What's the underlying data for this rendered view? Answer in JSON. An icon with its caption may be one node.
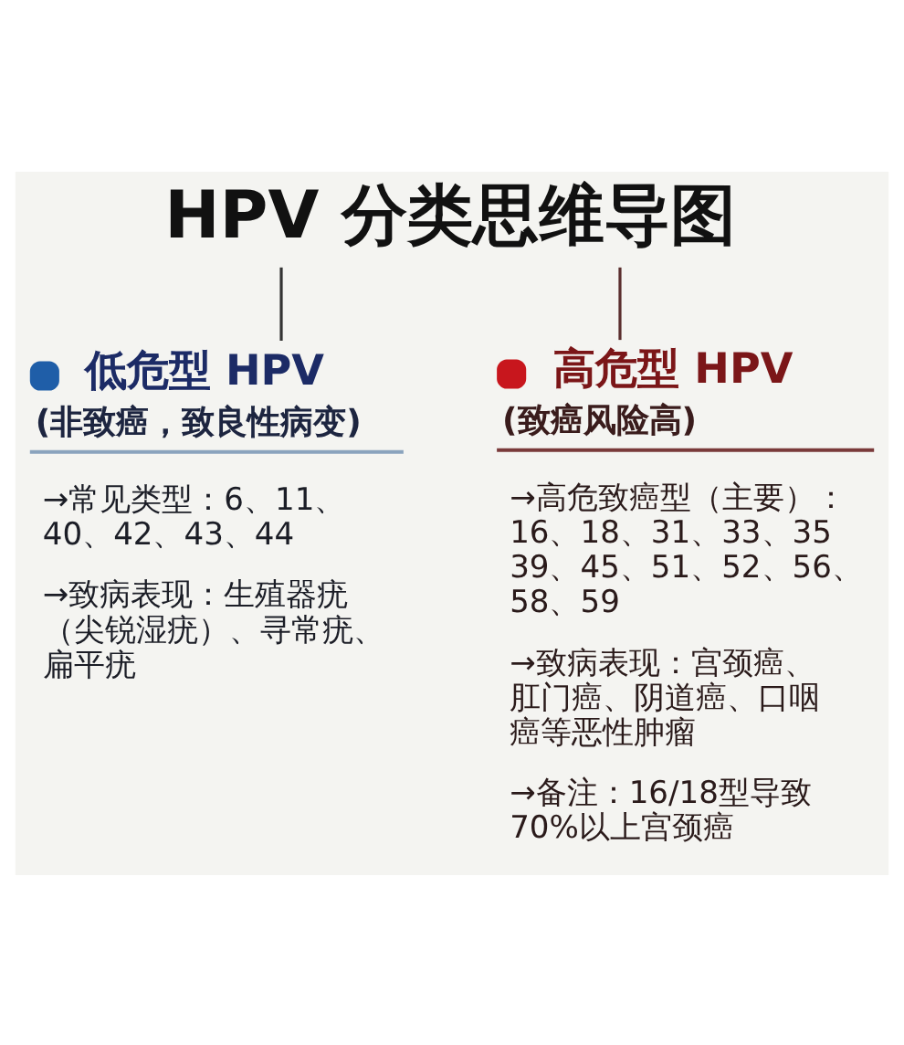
{
  "diagram": {
    "nodes": [
      {
        "text": [
          "HPV 分类思维导图"
        ]
      },
      {
        "text": [
          "低危型 HPV",
          "(非致癌，致良性病变)",
          "→常见类型：6、11、40、42、43、44",
          "→致病表现：生殖器疣（尖锐湿疣）、寻常疣、扁平疣"
        ]
      },
      {
        "text": [
          "高危型 HPV",
          "(致癌风险高)",
          "→高危致癌型（主要）：16、18、31、33、35 39、45、51、52、56、58、59",
          "→致病表现：宫颈癌、肛门癌、阴道癌、口咽癌等恶性肿瘤",
          "→备注：16/18型导致70%以上宫颈癌"
        ]
      }
    ],
    "edges": [
      {
        "from": 0,
        "to": 1,
        "arrow": "none"
      },
      {
        "from": 0,
        "to": 2,
        "arrow": "none",
        "color": "#5a2e2e"
      }
    ]
  }
}
